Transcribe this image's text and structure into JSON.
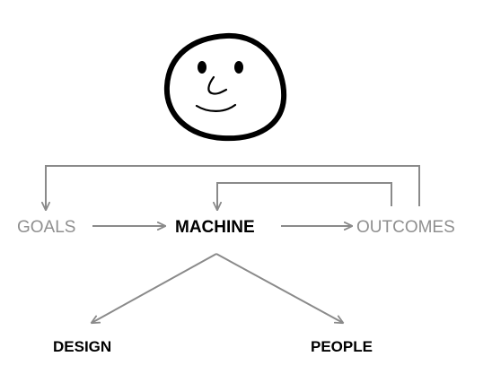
{
  "nodes": {
    "goals": "GOALS",
    "machine": "MACHINE",
    "outcomes": "OUTCOMES",
    "design": "DESIGN",
    "people": "PEOPLE"
  },
  "icons": {
    "face": "smiley-face-icon"
  },
  "colors": {
    "light_label": "#8f8f8f",
    "bold_label": "#000000",
    "connector": "#8a8a8a",
    "face_stroke": "#000000"
  }
}
